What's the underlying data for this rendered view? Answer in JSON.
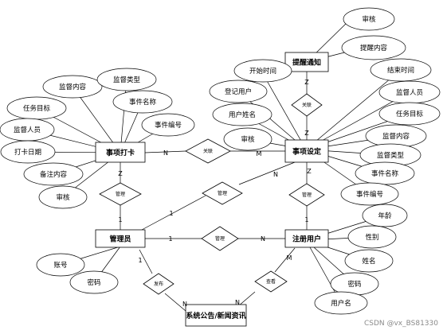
{
  "watermark": "CSDN @vx_BS81330",
  "entities": {
    "tixing": "提醒通知",
    "shixiangsheding": "事项设定",
    "shixiangdaka": "事项打卡",
    "guanliyuan": "管理员",
    "zhuceyonghu": "注册用户",
    "gonggao": "系统公告/新闻资讯"
  },
  "relations": {
    "r_tixing_sheding": "关联",
    "r_daka_sheding": "关联",
    "r_guanli_daka": "管理",
    "r_guanli_sheding": "管理",
    "r_yonghu_sheding": "管理",
    "r_guanli_yonghu": "管理",
    "r_guanli_gonggao": "发布",
    "r_yonghu_gonggao": "查看"
  },
  "attributes": {
    "tixing_shenhe": "审核",
    "tixing_neirong": "提醒内容",
    "sd_kaishi": "开始时间",
    "sd_dengji": "登记用户",
    "sd_xingming": "用户姓名",
    "sd_shenhe": "审核",
    "sd_jieshu": "结束时间",
    "sd_renyuan": "监督人员",
    "sd_mubiao": "任务目标",
    "sd_neirong": "监督内容",
    "sd_leixing": "监督类型",
    "sd_mingcheng": "事件名称",
    "sd_bianhao": "事件编号",
    "dk_neirong": "监督内容",
    "dk_leixing": "监督类型",
    "dk_mubiao": "任务目标",
    "dk_mingcheng": "事件名称",
    "dk_renyuan": "监督人员",
    "dk_bianhao": "事件编号",
    "dk_riqi": "打卡日期",
    "dk_beizhu": "备注内容",
    "dk_shenhe": "审核",
    "gl_zhanghao": "账号",
    "gl_mima": "密码",
    "yh_nianling": "年龄",
    "yh_xingbie": "性别",
    "yh_xingming": "姓名",
    "yh_mima": "密码",
    "yh_yonghuming": "用户名"
  },
  "cardinalities": {
    "c_tixing_z": "Z",
    "c_sheding_top_z": "Z",
    "c_daka_n": "N",
    "c_sheding_m": "M",
    "c_daka_z": "Z",
    "c_guanli_top_1": "1",
    "c_guanli_diag_1": "1",
    "c_sheding_n": "N",
    "c_sheding_bottom_z": "Z",
    "c_yonghu_top_1": "1",
    "c_guanli_right_1": "1",
    "c_yonghu_n": "N",
    "c_guanli_bottom_1": "1",
    "c_yonghu_bottom_m": "M",
    "c_gonggao_n_left": "N",
    "c_gonggao_n_right": "N"
  }
}
